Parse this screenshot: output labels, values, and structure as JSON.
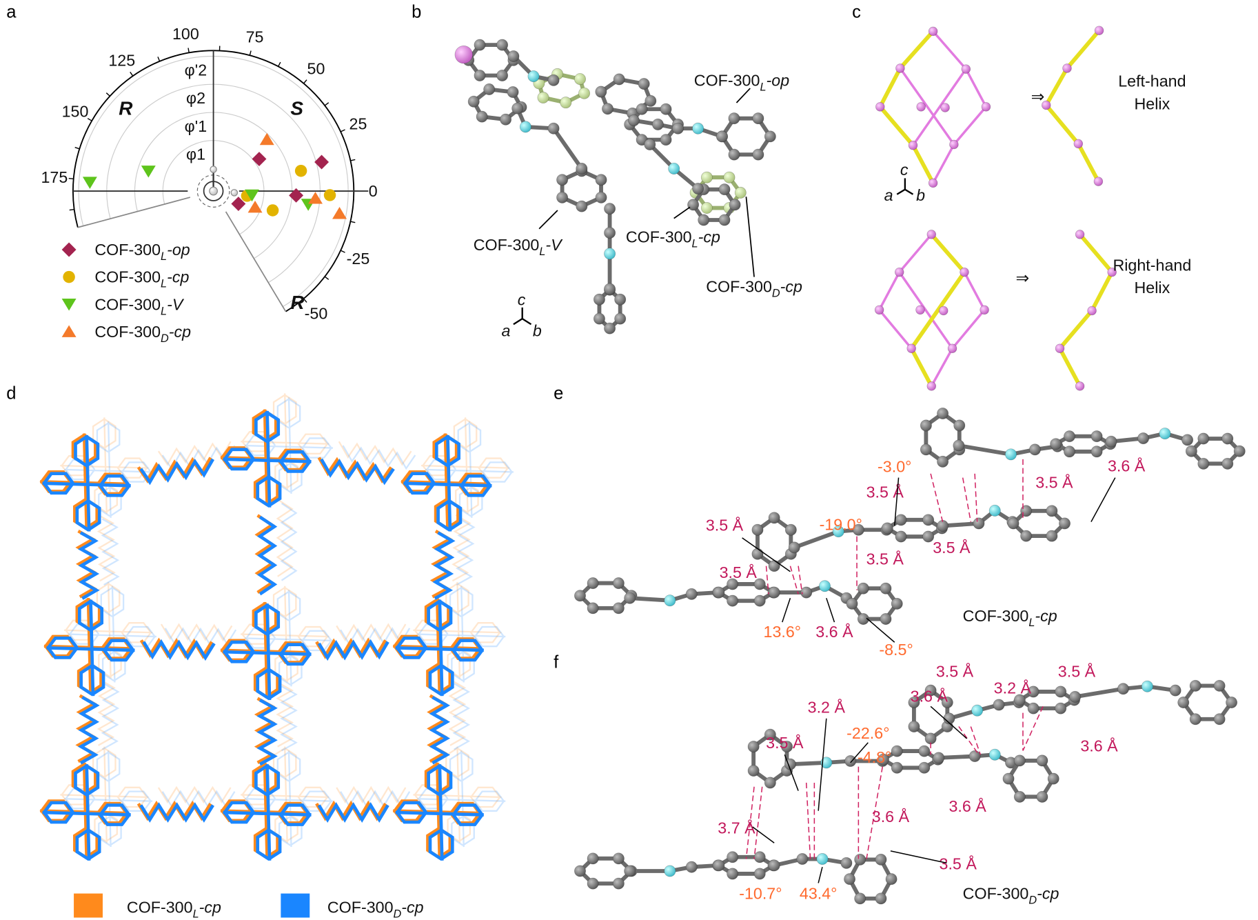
{
  "panels": {
    "a": "a",
    "b": "b",
    "c": "c",
    "d": "d",
    "e": "e",
    "f": "f"
  },
  "chart_data": {
    "type": "scatter",
    "coordinate_system": "polar",
    "angle_ticks": [
      "100",
      "75",
      "50",
      "25",
      "0",
      "-25",
      "-50",
      "125",
      "150",
      "175"
    ],
    "angle_tick_values": [
      100,
      75,
      50,
      25,
      0,
      -25,
      -50,
      125,
      150,
      175
    ],
    "angle_range": [
      -59,
      195
    ],
    "radial_labels": [
      "φ1",
      "φ'1",
      "φ2",
      "φ'2"
    ],
    "radial_label_parts": [
      {
        "base": "φ",
        "prime": "",
        "sub": "1"
      },
      {
        "base": "φ",
        "prime": "'",
        "sub": "1"
      },
      {
        "base": "φ",
        "prime": "",
        "sub": "2"
      },
      {
        "base": "φ",
        "prime": "'",
        "sub": "2"
      }
    ],
    "region_labels": [
      "R",
      "S",
      "R"
    ],
    "legend_position": "bottom-left",
    "series": [
      {
        "name": "COF-300L-op",
        "label": {
          "base": "COF-300",
          "sub": "L",
          "suffix": "-op"
        },
        "marker": "diamond",
        "color": "#a3234f",
        "points": [
          [
            35,
            1.19
          ],
          [
            15,
            3.19
          ],
          [
            -3,
            2.15
          ],
          [
            -27,
            0.2
          ]
        ]
      },
      {
        "name": "COF-300L-cp",
        "label": {
          "base": "COF-300",
          "sub": "L",
          "suffix": "-cp"
        },
        "marker": "circle",
        "color": "#e2b300",
        "points": [
          [
            13,
            2.4
          ],
          [
            -8,
            0.41
          ],
          [
            -18,
            1.42
          ],
          [
            -2,
            3.35
          ]
        ]
      },
      {
        "name": "COF-300L-V",
        "label": {
          "base": "COF-300",
          "sub": "L",
          "suffix": "-V"
        },
        "marker": "triangle-down",
        "color": "#5ec41c",
        "points": [
          [
            176,
            3.61
          ],
          [
            163,
            1.62
          ],
          [
            -6,
            0.58
          ],
          [
            -8,
            2.61
          ]
        ]
      },
      {
        "name": "COF-300D-cp",
        "label": {
          "base": "COF-300",
          "sub": "D",
          "suffix": "-cp"
        },
        "marker": "triangle-up",
        "color": "#f47a2a",
        "points": [
          [
            44,
            1.85
          ],
          [
            -21,
            0.79
          ],
          [
            -4,
            2.84
          ],
          [
            -10,
            3.76
          ]
        ]
      }
    ]
  },
  "panel_b": {
    "labels": [
      {
        "base": "COF-300",
        "sub": "L",
        "suffix": "-op"
      },
      {
        "base": "COF-300",
        "sub": "L",
        "suffix": "-V"
      },
      {
        "base": "COF-300",
        "sub": "L",
        "suffix": "-cp"
      },
      {
        "base": "COF-300",
        "sub": "D",
        "suffix": "-cp"
      }
    ],
    "axes": {
      "c": "c",
      "a": "a",
      "b": "b"
    }
  },
  "panel_c": {
    "arrow": "⇒",
    "left_helix": [
      "Left-hand",
      "Helix"
    ],
    "right_helix": [
      "Right-hand",
      "Helix"
    ],
    "axes": {
      "c": "c",
      "a": "a",
      "b": "b"
    },
    "colors": {
      "node": "#e27be0",
      "helix": "#e6e020"
    }
  },
  "panel_d": {
    "legend": [
      {
        "base": "COF-300",
        "sub": "L",
        "suffix": "-cp",
        "color": "#ff8a1c"
      },
      {
        "base": "COF-300",
        "sub": "D",
        "suffix": "-cp",
        "color": "#1a86ff"
      }
    ]
  },
  "panel_e": {
    "title": {
      "base": "COF-300",
      "sub": "L",
      "suffix": "-cp"
    },
    "labels": [
      {
        "text": "3.6 Å",
        "kind": "dist"
      },
      {
        "text": "-3.0°",
        "kind": "ang"
      },
      {
        "text": "3.5 Å",
        "kind": "dist"
      },
      {
        "text": "3.5 Å",
        "kind": "dist"
      },
      {
        "text": "-19.0°",
        "kind": "ang"
      },
      {
        "text": "3.5 Å",
        "kind": "dist"
      },
      {
        "text": "3.5 Å",
        "kind": "dist"
      },
      {
        "text": "3.5 Å",
        "kind": "dist"
      },
      {
        "text": "3.5 Å",
        "kind": "dist"
      },
      {
        "text": "13.6°",
        "kind": "ang"
      },
      {
        "text": "3.6 Å",
        "kind": "dist"
      },
      {
        "text": "-8.5°",
        "kind": "ang"
      }
    ]
  },
  "panel_f": {
    "title": {
      "base": "COF-300",
      "sub": "D",
      "suffix": "-cp"
    },
    "labels": [
      {
        "text": "3.5 Å",
        "kind": "dist"
      },
      {
        "text": "3.2 Å",
        "kind": "dist"
      },
      {
        "text": "3.5 Å",
        "kind": "dist"
      },
      {
        "text": "3.6 Å",
        "kind": "dist"
      },
      {
        "text": "3.2 Å",
        "kind": "dist"
      },
      {
        "text": "-22.6°",
        "kind": "ang"
      },
      {
        "text": "3.6 Å",
        "kind": "dist"
      },
      {
        "text": "3.5 Å",
        "kind": "dist"
      },
      {
        "text": "-4.8°",
        "kind": "ang"
      },
      {
        "text": "3.6 Å",
        "kind": "dist"
      },
      {
        "text": "3.6 Å",
        "kind": "dist"
      },
      {
        "text": "3.7 Å",
        "kind": "dist"
      },
      {
        "text": "3.5 Å",
        "kind": "dist"
      },
      {
        "text": "-10.7°",
        "kind": "ang"
      },
      {
        "text": "43.4°",
        "kind": "ang"
      }
    ]
  }
}
